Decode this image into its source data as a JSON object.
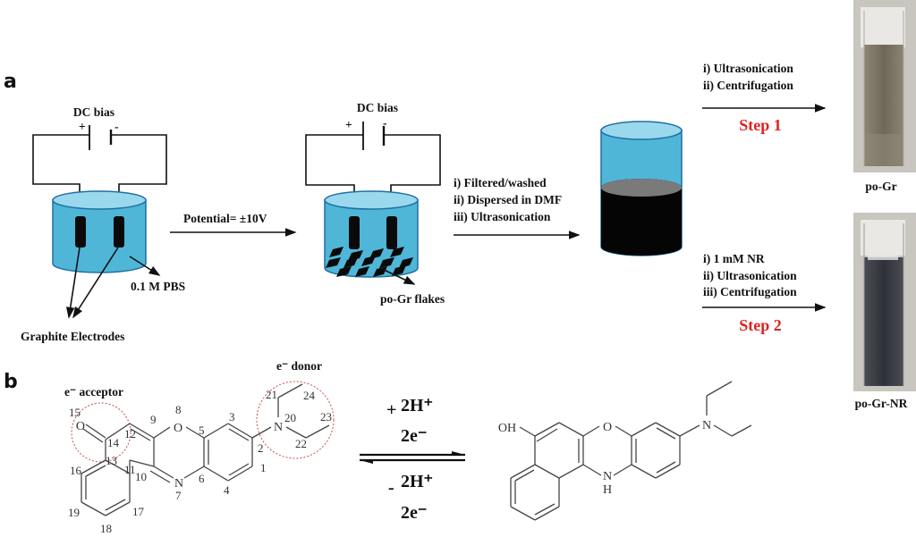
{
  "panel_a": {
    "label": "a",
    "cell1": {
      "power_label": "DC bias",
      "plus": "+",
      "minus": "-",
      "electrolyte_label": "0.1 M PBS",
      "electrodes_label": "Graphite Electrodes"
    },
    "arrow1_label": "Potential= ±10V",
    "cell2": {
      "power_label": "DC bias",
      "plus": "+",
      "minus": "-",
      "flakes_label": "po-Gr flakes"
    },
    "arrow2_steps": [
      "i) Filtered/washed",
      "ii) Dispersed in DMF",
      "iii) Ultrasonication"
    ],
    "step1": {
      "conditions": [
        "i) Ultrasonication",
        "ii) Centrifugation"
      ],
      "label": "Step 1",
      "product": "po-Gr"
    },
    "step2": {
      "conditions": [
        "i) 1 mM NR",
        "ii) Ultrasonication",
        "iii) Centrifugation"
      ],
      "label": "Step 2",
      "product": "po-Gr-NR"
    },
    "colors": {
      "water": "#4fb6d8",
      "water_top": "#9ad8ee",
      "outline": "#1f6fa3",
      "step_red": "#e0201f",
      "po_gr_liquid": "#7d7464",
      "po_gr_nr_liquid": "#3a3d44"
    }
  },
  "panel_b": {
    "label": "b",
    "acceptor_label": "e⁻ acceptor",
    "donor_label": "e⁻ donor",
    "atoms": {
      "O": "O",
      "N": "N",
      "NH_N": "N",
      "NH_H": "H",
      "OH": "OH"
    },
    "numbering": [
      "1",
      "2",
      "3",
      "4",
      "5",
      "6",
      "7",
      "8",
      "9",
      "10",
      "11",
      "12",
      "13",
      "14",
      "15",
      "16",
      "17",
      "18",
      "19",
      "20",
      "21",
      "22",
      "23",
      "24"
    ],
    "forward": {
      "sign": "+",
      "protons": "2H⁺",
      "electrons": "2e⁻"
    },
    "reverse": {
      "sign": "-",
      "protons": "2H⁺",
      "electrons": "2e⁻"
    }
  }
}
